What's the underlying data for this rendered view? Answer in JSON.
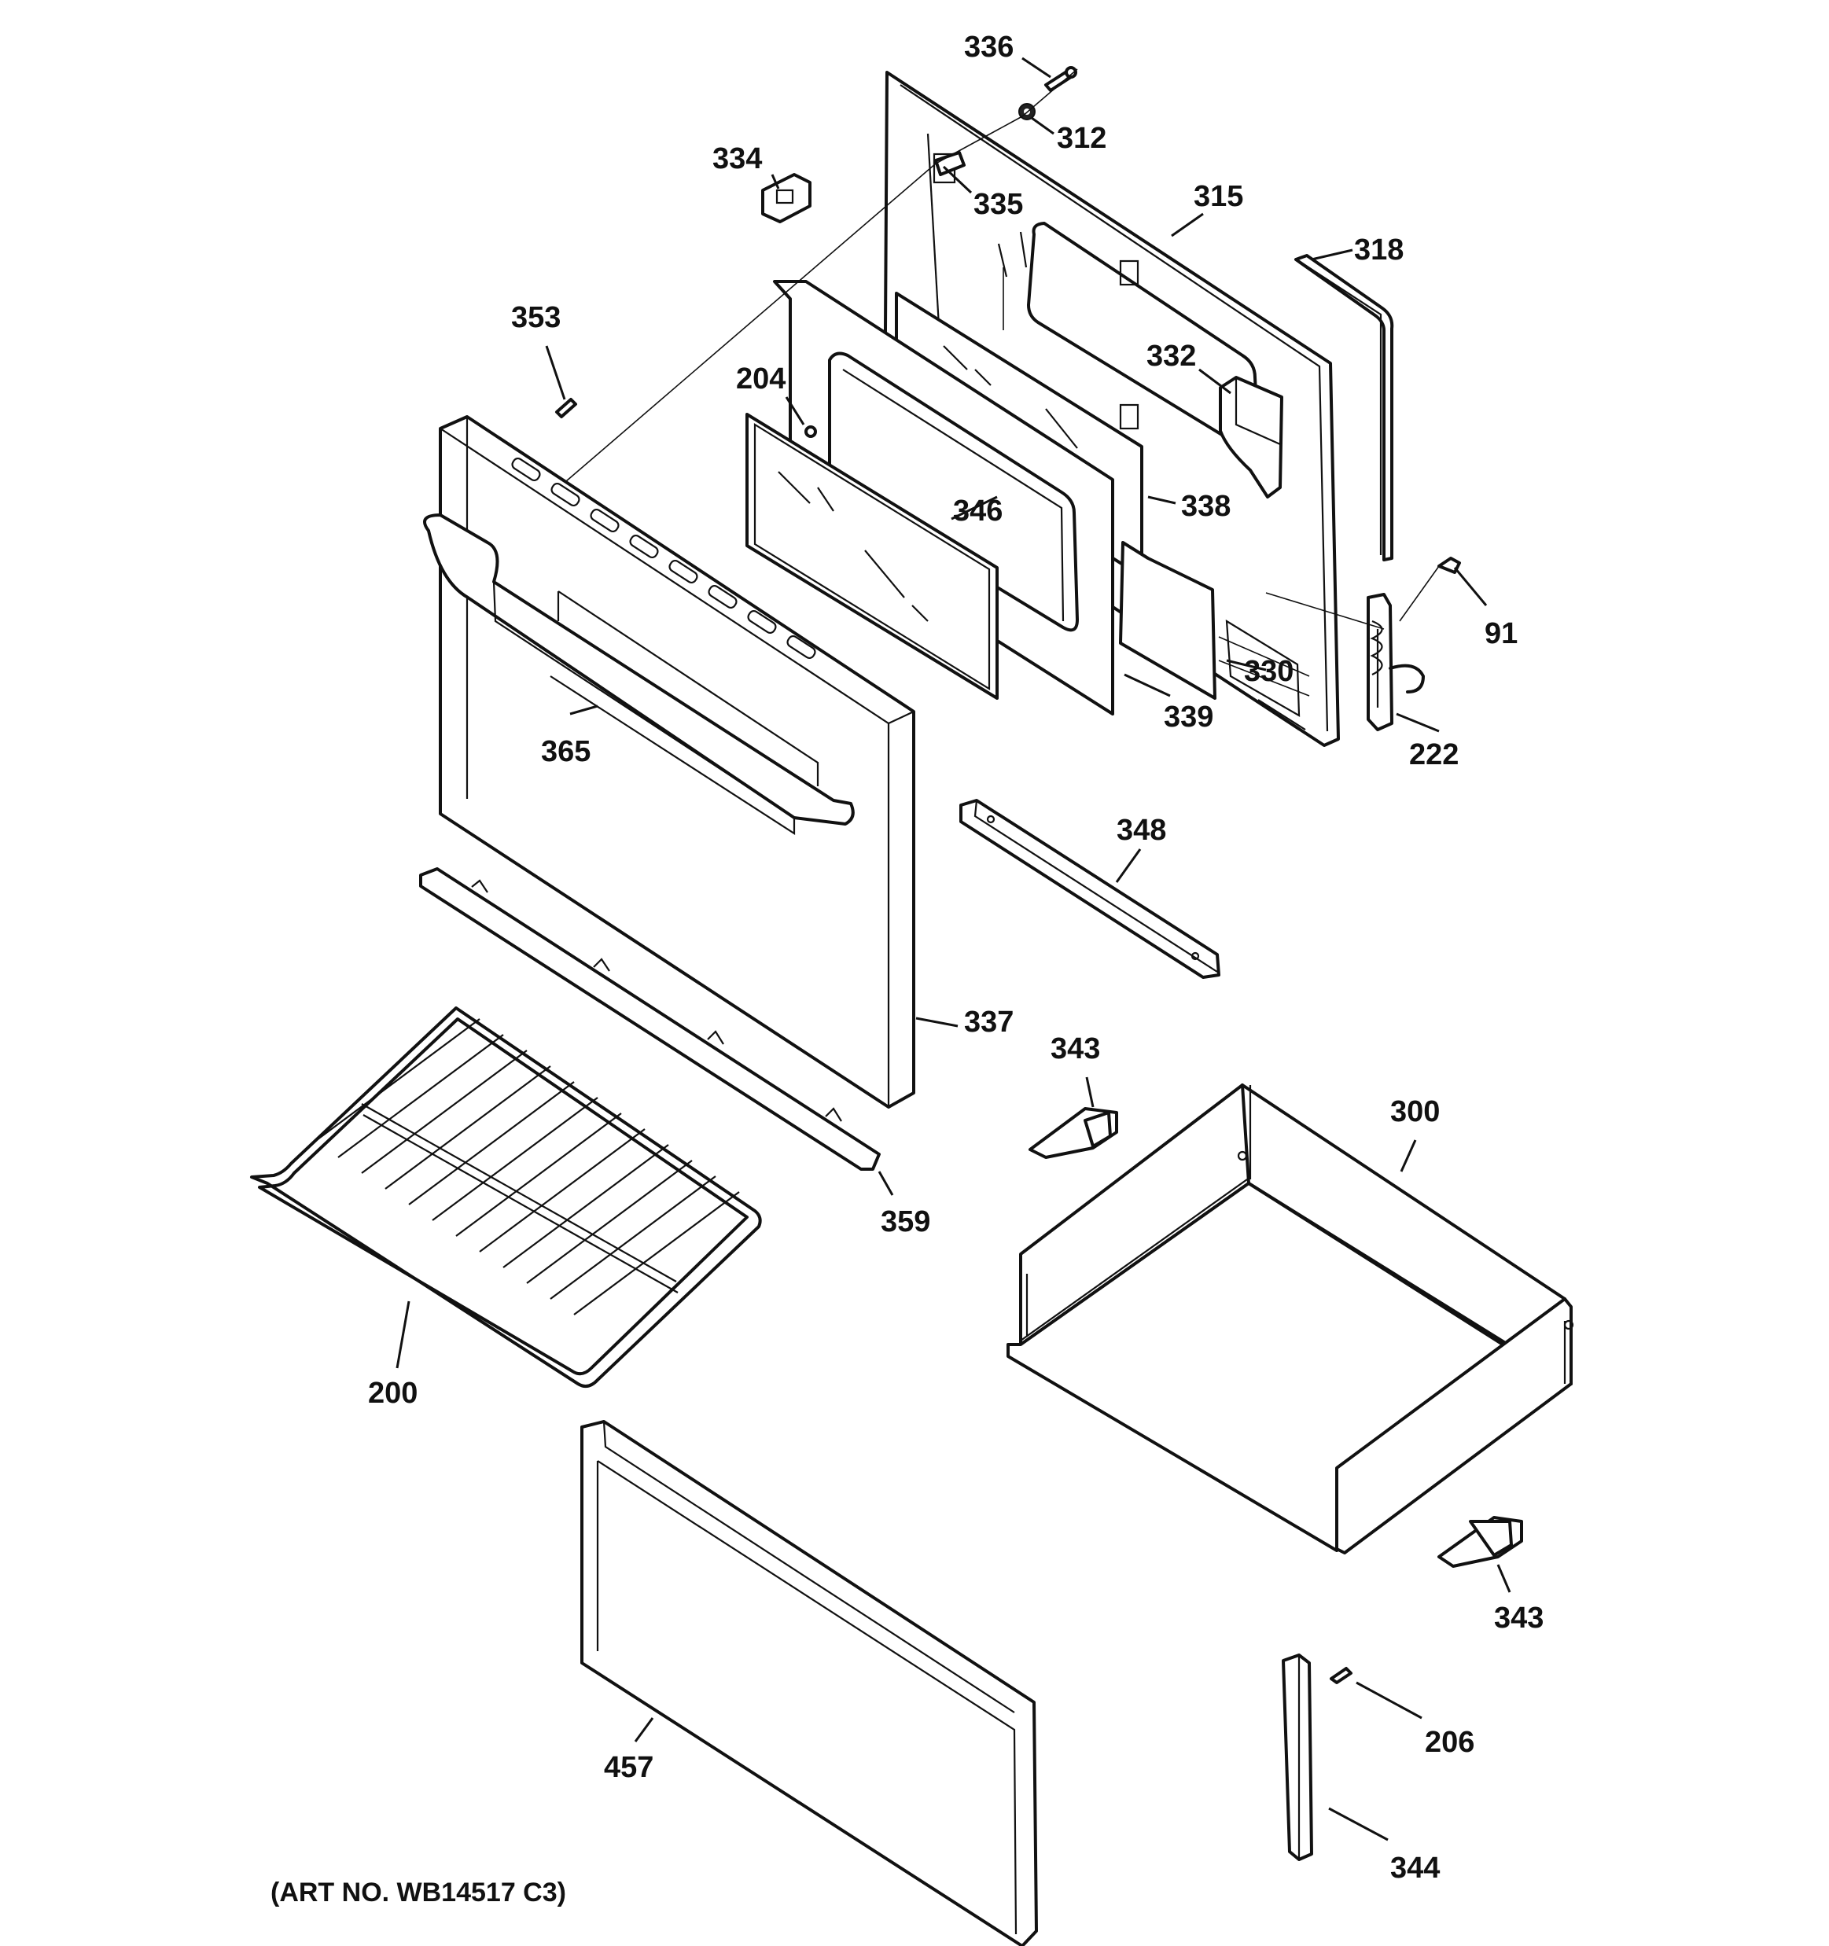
{
  "diagram": {
    "callouts": {
      "c336": "336",
      "c312": "312",
      "c334": "334",
      "c335": "335",
      "c315": "315",
      "c318": "318",
      "c353": "353",
      "c204": "204",
      "c332": "332",
      "c346": "346",
      "c338": "338",
      "c91": "91",
      "c330": "330",
      "c339": "339",
      "c222": "222",
      "c365": "365",
      "c348": "348",
      "c337": "337",
      "c343a": "343",
      "c300": "300",
      "c359": "359",
      "c200": "200",
      "c343b": "343",
      "c206": "206",
      "c457": "457",
      "c344": "344"
    },
    "caption": "(ART NO. WB14517 C3)"
  }
}
